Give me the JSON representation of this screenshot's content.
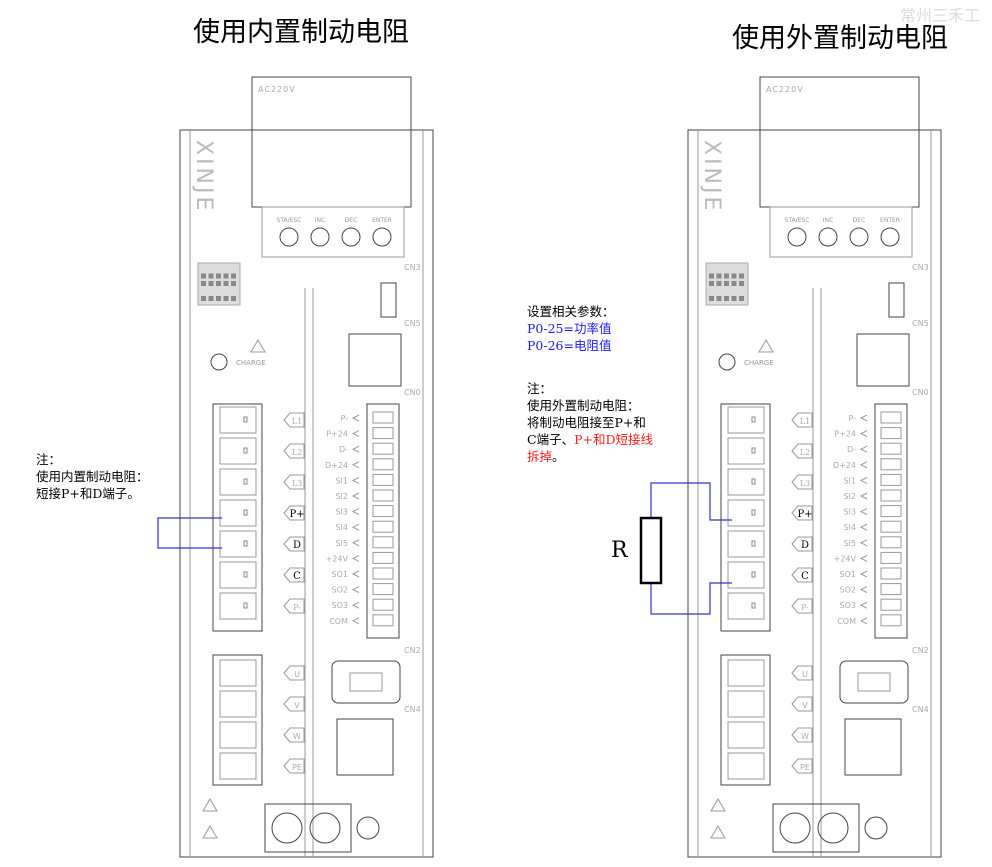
{
  "left": {
    "title": "使用内置制动电阻",
    "note": [
      "注：",
      "使用内置制动电阻：",
      "短接P+和D端子。"
    ]
  },
  "right": {
    "title": "使用外置制动电阻",
    "params_heading": "设置相关参数：",
    "params": [
      "P0-25=功率值",
      "P0-26=电阻值"
    ],
    "note": [
      "注：",
      "使用外置制动电阻："
    ],
    "note_line3": "将制动电阻接至P+和",
    "note_line4_black": "C端子、",
    "note_line4_red": "P+和D短接线",
    "note_line5_red": "拆掉",
    "note_line5_black": "。",
    "resistor_label": "R"
  },
  "watermark": "常州三禾工",
  "drive": {
    "brand": "XINJE",
    "ac_label": "AC220V",
    "buttons": [
      "STA/ESC",
      "INC",
      "DEC",
      "ENTER"
    ],
    "charge": "CHARGE",
    "ports": [
      "CN3",
      "CN5",
      "CN0",
      "CN2",
      "CN4"
    ],
    "power_terminals": [
      "L1",
      "L2",
      "L3",
      "P+",
      "D",
      "C",
      "P-"
    ],
    "motor_terminals": [
      "U",
      "V",
      "W",
      "PE"
    ],
    "io_labels": [
      "P-",
      "P+24",
      "D-",
      "D+24",
      "SI1",
      "SI2",
      "SI3",
      "SI4",
      "SI5",
      "+24V",
      "SO1",
      "SO2",
      "SO3",
      "COM"
    ]
  }
}
